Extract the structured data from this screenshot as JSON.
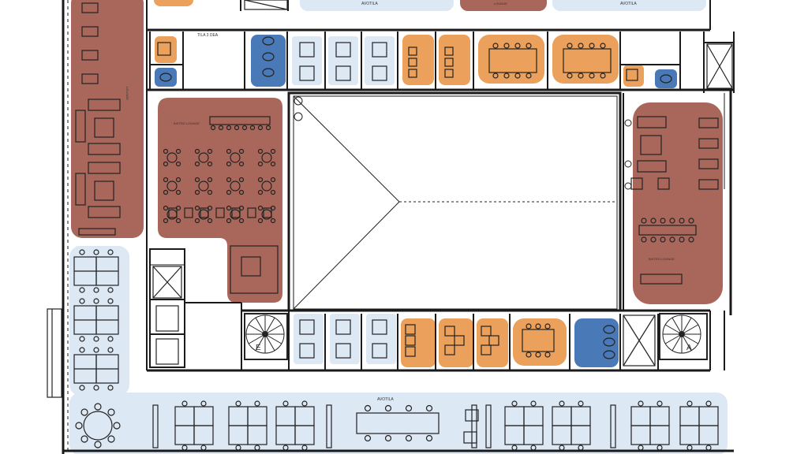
{
  "colors": {
    "open_area": "#dde8f5",
    "meeting": "#eba05c",
    "lounge": "#a8675a",
    "service": "#4a79b8",
    "wall": "#1a1a1a"
  },
  "labels": {
    "stair_left": "E",
    "stair_right": "A",
    "tila_3": "TILA 3 DEA",
    "lounge_left": "LOUNGE",
    "bistro_left": "BISTRO LOUNGE",
    "bistro_right": "BISTRO LOUNGE",
    "avotila_top_left": "AVOTILA",
    "avotila_top_right": "AVOTILA",
    "avotila_bottom": "AVOTILA",
    "lounge_top": "LOUNGE"
  }
}
